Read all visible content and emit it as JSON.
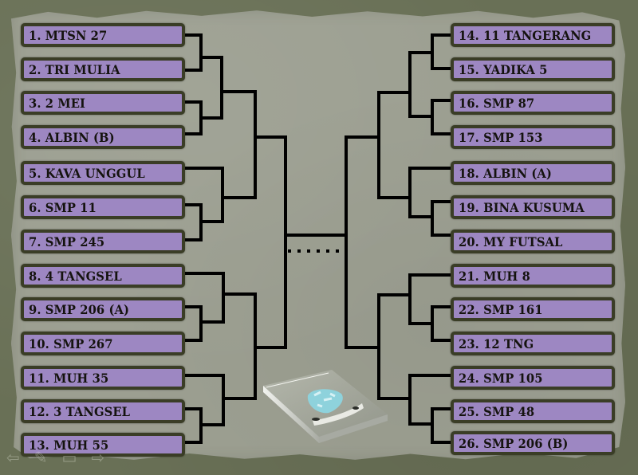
{
  "bracket": {
    "left_teams": [
      "1. MTSN 27",
      "2. TRI MULIA",
      "3. 2 MEI",
      "4. ALBIN (B)",
      "5. KAVA UNGGUL",
      "6. SMP 11",
      "7. SMP 245",
      "8. 4 TANGSEL",
      "9. SMP 206 (A)",
      "10. SMP 267",
      "11. MUH 35",
      "12. 3 TANGSEL",
      "13. MUH 55"
    ],
    "right_teams": [
      "14. 11 TANGERANG",
      "15. YADIKA 5",
      "16. SMP 87",
      "17. SMP 153",
      "18. ALBIN (A)",
      "19. BINA KUSUMA",
      "20. MY FUTSAL",
      "21. MUH 8",
      "22. SMP 161",
      "23. 12 TNG",
      "24. SMP 105",
      "25. SMP 48",
      "26. SMP 206 (B)"
    ],
    "final_placeholder": "......"
  },
  "colors": {
    "team_box_fill": "#9d87c2",
    "team_box_border": "#3a3d26",
    "paper": "#9c9f91",
    "background": "#697056",
    "lines": "#000000"
  },
  "icons": {
    "trophy": "trophy-plaque-icon",
    "nav": [
      "arrow-left-icon",
      "pen-icon",
      "screen-icon",
      "arrow-right-icon"
    ],
    "nav_glyphs": [
      "⇦",
      "✎",
      "▭",
      "⇨"
    ]
  }
}
